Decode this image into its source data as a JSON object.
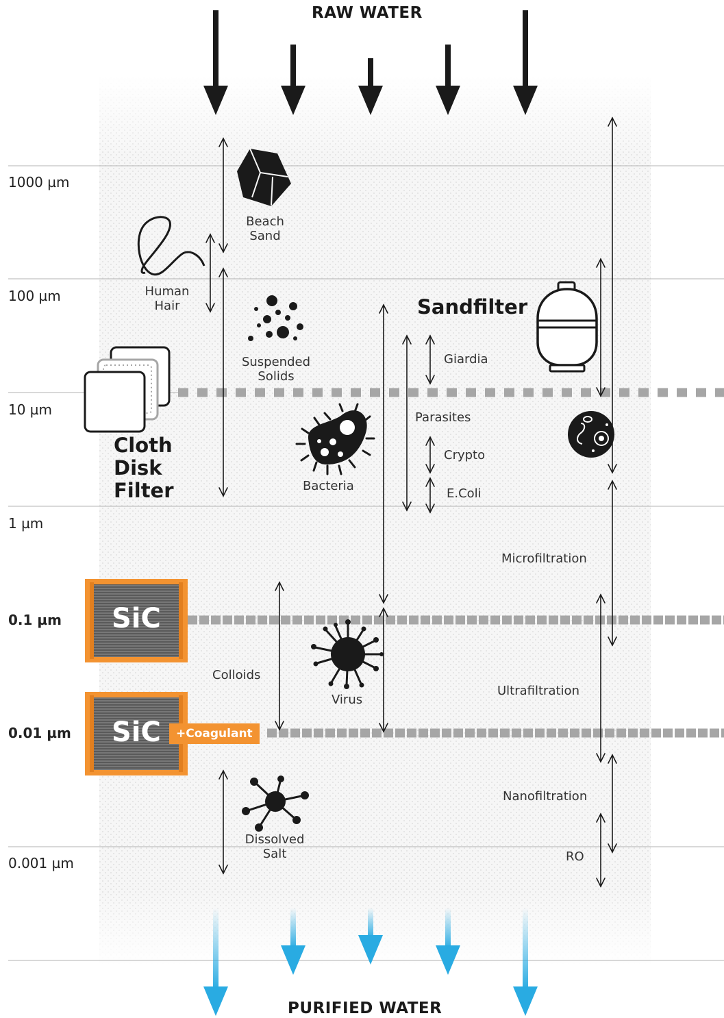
{
  "header": {
    "top": "RAW WATER",
    "bottom": "PURIFIED WATER"
  },
  "scale": [
    "1000 µm",
    "100 µm",
    "10 µm",
    "1 µm",
    "0.1 µm",
    "0.01 µm",
    "0.001 µm"
  ],
  "items": {
    "beach_sand": [
      "Beach",
      "Sand"
    ],
    "human_hair": [
      "Human",
      "Hair"
    ],
    "suspended_solids": [
      "Suspended",
      "Solids"
    ],
    "bacteria": "Bacteria",
    "colloids": "Colloids",
    "virus": "Virus",
    "dissolved_salt": [
      "Dissolved",
      "Salt"
    ],
    "giardia": "Giardia",
    "parasites": "Parasites",
    "crypto": "Crypto",
    "ecoli": "E.Coli"
  },
  "filters": {
    "sandfilter": "Sandfilter",
    "cloth_disk": [
      "Cloth",
      "Disk",
      "Filter"
    ],
    "sic": "SiC",
    "coagulant": "+Coagulant"
  },
  "bands": [
    "Microfiltration",
    "Ultrafiltration",
    "Nanofiltration",
    "RO"
  ],
  "colors": {
    "arrow_top": "#1a1a1a",
    "arrow_bottom": "#29abe2",
    "sic_orange": "#f39331",
    "dash": "#a6a6a6"
  }
}
